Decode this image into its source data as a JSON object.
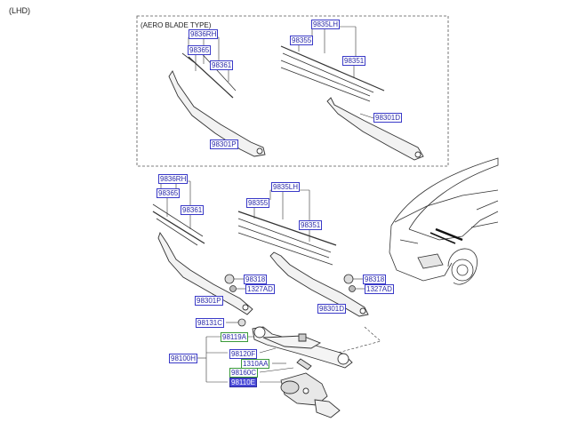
{
  "header": {
    "lhd": "(LHD)"
  },
  "aero_box": {
    "title": "(AERO BLADE TYPE)"
  },
  "labels": {
    "a_9836rh": "9836RH",
    "a_98365": "98365",
    "a_98361": "98361",
    "a_98301p": "98301P",
    "a_9835lh": "9835LH",
    "a_98355": "98355",
    "a_98351": "98351",
    "a_98301d": "98301D",
    "b_9836rh": "9836RH",
    "b_98365": "98365",
    "b_98361": "98361",
    "b_9835lh": "9835LH",
    "b_98355": "98355",
    "b_98351": "98351",
    "b_98318_left": "98318",
    "b_1327ad_left": "1327AD",
    "b_98318_right": "98318",
    "b_1327ad_right": "1327AD",
    "b_98301p": "98301P",
    "b_98301d": "98301D",
    "b_98131c": "98131C",
    "b_98119a": "98119A",
    "b_98100h": "98100H",
    "b_98120f": "98120F",
    "b_1310aa": "1310AA",
    "b_98160c": "98160C",
    "b_98110e": "98110E"
  },
  "colors": {
    "label_text": "#2a2aa8",
    "label_border": "#3a3ac8",
    "label_border_green": "#3a9a3a",
    "selected_fill": "#4a4ad8",
    "line": "#333333"
  }
}
